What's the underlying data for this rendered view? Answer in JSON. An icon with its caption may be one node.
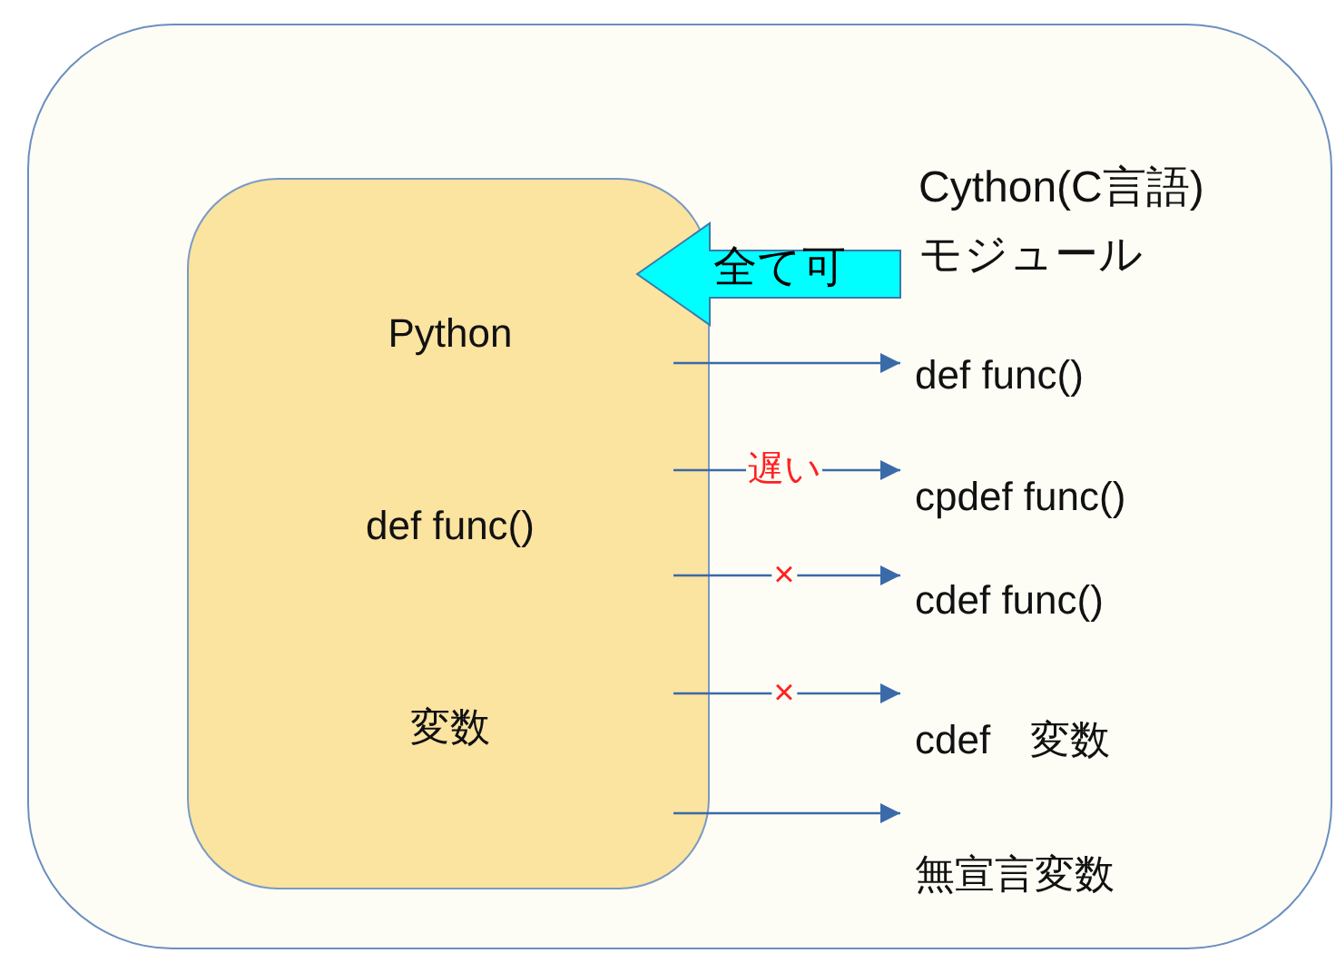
{
  "diagram": {
    "nodes": [
      {
        "text": [
          "Cython(C言語) モジュール"
        ]
      },
      {
        "text": [
          "Python",
          "def func()",
          "変数"
        ],
        "in": 0
      },
      {
        "text": [
          "def func()"
        ],
        "in": 0
      },
      {
        "text": [
          "cpdef func()"
        ],
        "in": 0
      },
      {
        "text": [
          "cdef func()"
        ],
        "in": 0
      },
      {
        "text": [
          "cdef　変数"
        ],
        "in": 0
      },
      {
        "text": [
          "無宣言変数"
        ],
        "in": 0
      }
    ],
    "edges": [
      {
        "from": 0,
        "to": 1,
        "arrow": "to",
        "label": "全て可",
        "style": "thick",
        "color": "#00ffff"
      },
      {
        "from": 1,
        "to": 2,
        "arrow": "to"
      },
      {
        "from": 1,
        "to": 3,
        "arrow": "to",
        "label": "遅い"
      },
      {
        "from": 1,
        "to": 4,
        "arrow": "to",
        "label": "×"
      },
      {
        "from": 1,
        "to": 5,
        "arrow": "to",
        "label": "×"
      },
      {
        "from": 1,
        "to": 6,
        "arrow": "to"
      }
    ]
  }
}
